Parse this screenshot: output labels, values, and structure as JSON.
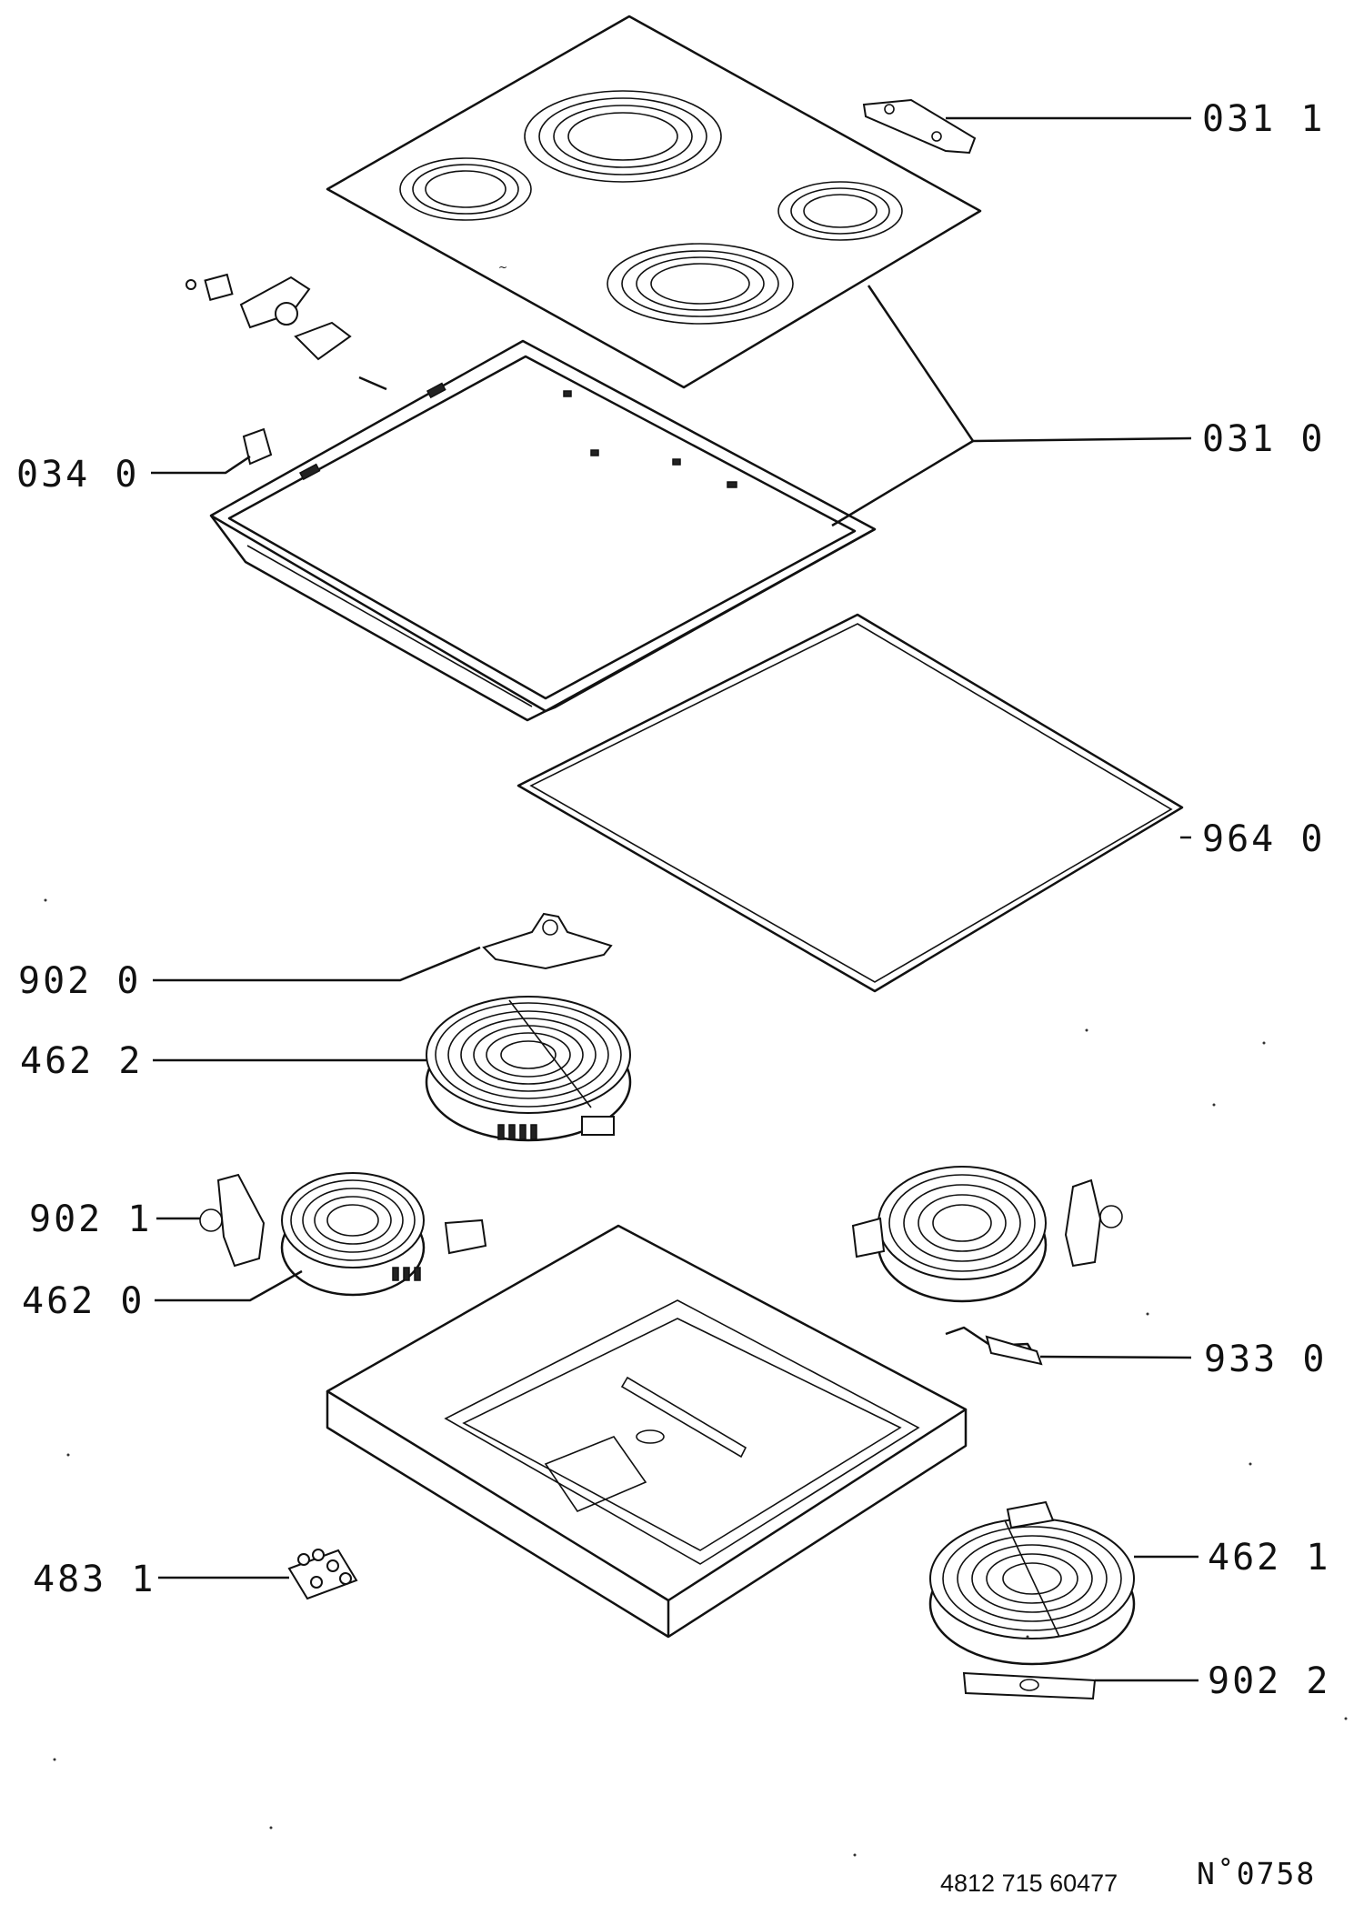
{
  "labels": {
    "l0311": "031 1",
    "l0310": "031 0",
    "l0340": "034 0",
    "l9640": "964 0",
    "l9020": "902 0",
    "l4622": "462 2",
    "l9021": "902 1",
    "l4620": "462 0",
    "l9330": "933 0",
    "l4831": "483 1",
    "l4621": "462 1",
    "l9022": "902 2"
  },
  "footer": {
    "code": "4812 715 60477",
    "number": "N˚0758"
  }
}
